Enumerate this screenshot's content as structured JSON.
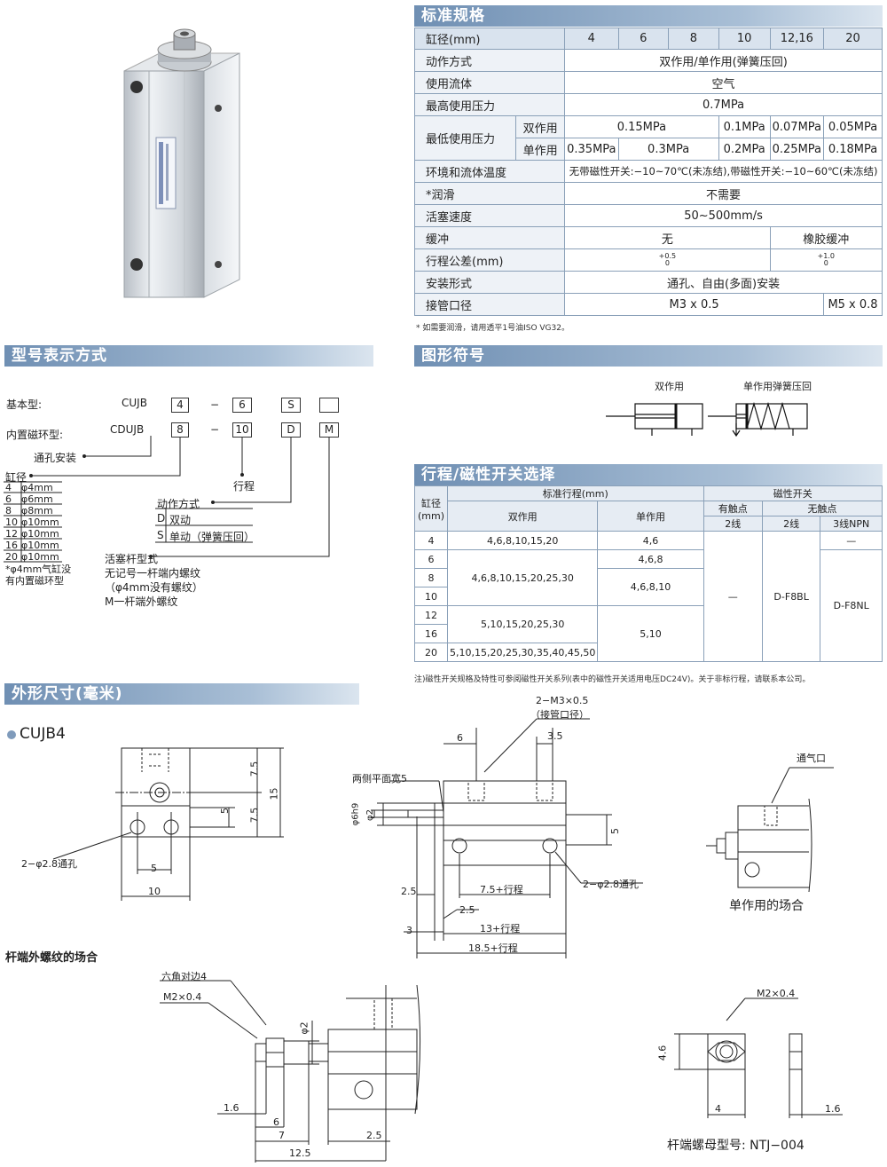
{
  "spec": {
    "title": "标准规格",
    "header": {
      "label": "缸径(mm)",
      "bores": [
        "4",
        "6",
        "8",
        "10",
        "12,16",
        "20"
      ]
    },
    "action_label": "动作方式",
    "action_value": "双作用/单作用(弹簧压回)",
    "fluid_label": "使用流体",
    "fluid_value": "空气",
    "max_pressure_label": "最高使用压力",
    "max_pressure_value": "0.7MPa",
    "min_pressure_label": "最低使用压力",
    "double_label": "双作用",
    "double_values": [
      "0.15MPa",
      "0.1MPa",
      "0.07MPa",
      "0.05MPa"
    ],
    "single_label": "单作用",
    "single_values": [
      "0.35MPa",
      "0.3MPa",
      "0.2MPa",
      "0.25MPa",
      "0.18MPa"
    ],
    "temp_label": "环境和流体温度",
    "temp_value": "无带磁性开关:−10~70℃(未冻结),带磁性开关:−10~60℃(未冻结)",
    "lube_label": "*润滑",
    "lube_value": "不需要",
    "speed_label": "活塞速度",
    "speed_value": "50~500mm/s",
    "cushion_label": "缓冲",
    "cushion_none": "无",
    "cushion_rubber": "橡胶缓冲",
    "tolerance_label": "行程公差(mm)",
    "tol_a_upper": "+0.5",
    "tol_a_lower": "0",
    "tol_b_upper": "+1.0",
    "tol_b_lower": "0",
    "mount_label": "安装形式",
    "mount_value": "通孔、自由(多面)安装",
    "port_label": "接管口径",
    "port_a": "M3 x 0.5",
    "port_b": "M5 x 0.8",
    "footnote": "* 如需要润滑，请用透平1号油ISO VG32。"
  },
  "model": {
    "title": "型号表示方式",
    "basic_label": "基本型:",
    "basic_prefix": "CUJB",
    "magnet_label": "内置磁环型:",
    "magnet_prefix": "CDUJB",
    "boxes_row1": [
      "4",
      "6",
      "S",
      ""
    ],
    "boxes_row2": [
      "8",
      "10",
      "D",
      "M"
    ],
    "dash": "−",
    "through_hole": "通孔安装",
    "bore_title": "缸径",
    "bores": [
      {
        "code": "4",
        "value": "φ4mm"
      },
      {
        "code": "6",
        "value": "φ6mm"
      },
      {
        "code": "8",
        "value": "φ8mm"
      },
      {
        "code": "10",
        "value": "φ10mm"
      },
      {
        "code": "12",
        "value": "φ10mm"
      },
      {
        "code": "16",
        "value": "φ10mm"
      },
      {
        "code": "20",
        "value": "φ10mm"
      }
    ],
    "bore_note1": "*φ4mm气缸没",
    "bore_note2": "有内置磁环型",
    "stroke_label": "行程",
    "action_title": "动作方式",
    "action_d_code": "D",
    "action_d": "双动",
    "action_s_code": "S",
    "action_s": "单动（弹簧压回）",
    "rod_title": "活塞杆型式",
    "rod_l1": "无记号一杆端内螺纹",
    "rod_l2": "（φ4mm没有螺纹）",
    "rod_l3": "M一杆端外螺纹"
  },
  "symbol": {
    "title": "图形符号",
    "double": "双作用",
    "single": "单作用弹簧压回"
  },
  "stroke": {
    "title": "行程/磁性开关选择",
    "bore_h1": "缸径",
    "bore_h2": "(mm)",
    "std_stroke": "标准行程(mm)",
    "double": "双作用",
    "single": "单作用",
    "switch": "磁性开关",
    "contact": "有触点",
    "contactless": "无触点",
    "two_wire_a": "2线",
    "two_wire_b": "2线",
    "three_wire": "3线NPN",
    "rows_bore": [
      "4",
      "6",
      "8",
      "10",
      "12",
      "16",
      "20"
    ],
    "d4": "4,6,8,10,15,20",
    "s4": "4,6",
    "npn4": "—",
    "d6_10": "4,6,8,10,15,20,25,30",
    "s6": "4,6,8",
    "s8_10": "4,6,8,10",
    "d12_16": "5,10,15,20,25,30",
    "s12_20": "5,10",
    "d20": "5,10,15,20,25,30,35,40,45,50",
    "contact_val": "—",
    "bl": "D-F8BL",
    "nl": "D-F8NL",
    "note": "注)磁性开关规格及特性可参阅磁性开关系列(表中的磁性开关适用电压DC24V)。关于非标行程，请联系本公司。"
  },
  "dims": {
    "title": "外形尺寸(毫米)",
    "model": "CUJB4",
    "front": {
      "d75a": "7.5",
      "d15": "15",
      "d5v": "5",
      "d75b": "7.5",
      "hole": "2−φ2.8通孔",
      "d5h": "5",
      "d10": "10"
    },
    "side": {
      "port1": "2−M3×0.5",
      "port2": "（接管口径）",
      "d6": "6",
      "d35": "3.5",
      "flat": "两侧平面宽5",
      "phi6": "φ6h9",
      "phi2": "φ2",
      "d5": "5",
      "d25a": "2.5",
      "d75s": "7.5+行程",
      "hole": "2−φ2.8通孔",
      "d25b": "2.5",
      "d3": "3",
      "d13": "13+行程",
      "d185": "18.5+行程"
    },
    "single": {
      "vent": "通气口",
      "caption": "单作用的场合"
    },
    "rod_title": "杆端外螺纹的场合",
    "rod": {
      "hex": "六角对边4",
      "m2": "M2×0.4",
      "phi2": "φ2",
      "d16": "1.6",
      "d6": "6",
      "d7": "7",
      "d25": "2.5",
      "d125": "12.5"
    },
    "nut": {
      "m2": "M2×0.4",
      "d46": "4.6",
      "d4": "4",
      "d16": "1.6",
      "caption": "杆端螺母型号: NTJ−004"
    }
  }
}
